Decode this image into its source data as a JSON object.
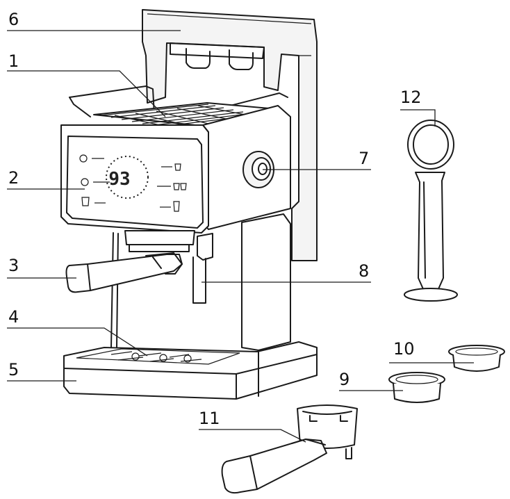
{
  "display": {
    "temperature": "93"
  },
  "callouts": [
    {
      "num": "1"
    },
    {
      "num": "2"
    },
    {
      "num": "3"
    },
    {
      "num": "4"
    },
    {
      "num": "5"
    },
    {
      "num": "6"
    },
    {
      "num": "7"
    },
    {
      "num": "8"
    },
    {
      "num": "9"
    },
    {
      "num": "10"
    },
    {
      "num": "11"
    },
    {
      "num": "12"
    }
  ],
  "colors": {
    "line": "#1a1a1a",
    "fill": "#ffffff",
    "shade": "#f4f4f4"
  }
}
